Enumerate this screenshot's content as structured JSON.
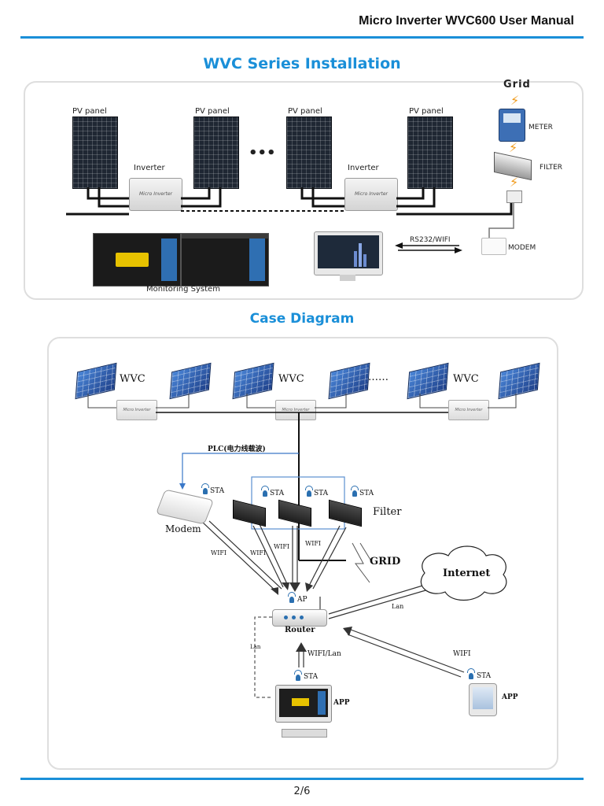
{
  "header": {
    "title": "Micro Inverter WVC600 User Manual"
  },
  "installation": {
    "title": "WVC Series Installation",
    "pv_labels": [
      "PV panel",
      "PV panel",
      "PV panel",
      "PV panel"
    ],
    "ellipsis": "•••",
    "inverter_labels": [
      "Inverter",
      "Inverter"
    ],
    "inverter_text": "Micro Inverter",
    "grid": "Grid",
    "meter": "METER",
    "filter": "FILTER",
    "modem": "MODEM",
    "link": "RS232/WIFI",
    "monitoring": "Monitoring System"
  },
  "case": {
    "title": "Case Diagram",
    "wvc_labels": [
      "WVC",
      "WVC",
      "WVC"
    ],
    "dots": "……",
    "inverter_text": "Micro Inverter",
    "plc": "PLC(电力线载波)",
    "sta": "STA",
    "modem": "Modem",
    "filter": "Filter",
    "grid": "GRID",
    "wifi": "WIFI",
    "wifi_lan": "WIFI/Lan",
    "ap": "AP",
    "router": "Router",
    "internet": "Internet",
    "lan": "Lan",
    "app": "APP"
  },
  "footer": {
    "page": "2/6"
  },
  "colors": {
    "accent": "#1a8fd8",
    "bolt": "#f09a1a"
  }
}
